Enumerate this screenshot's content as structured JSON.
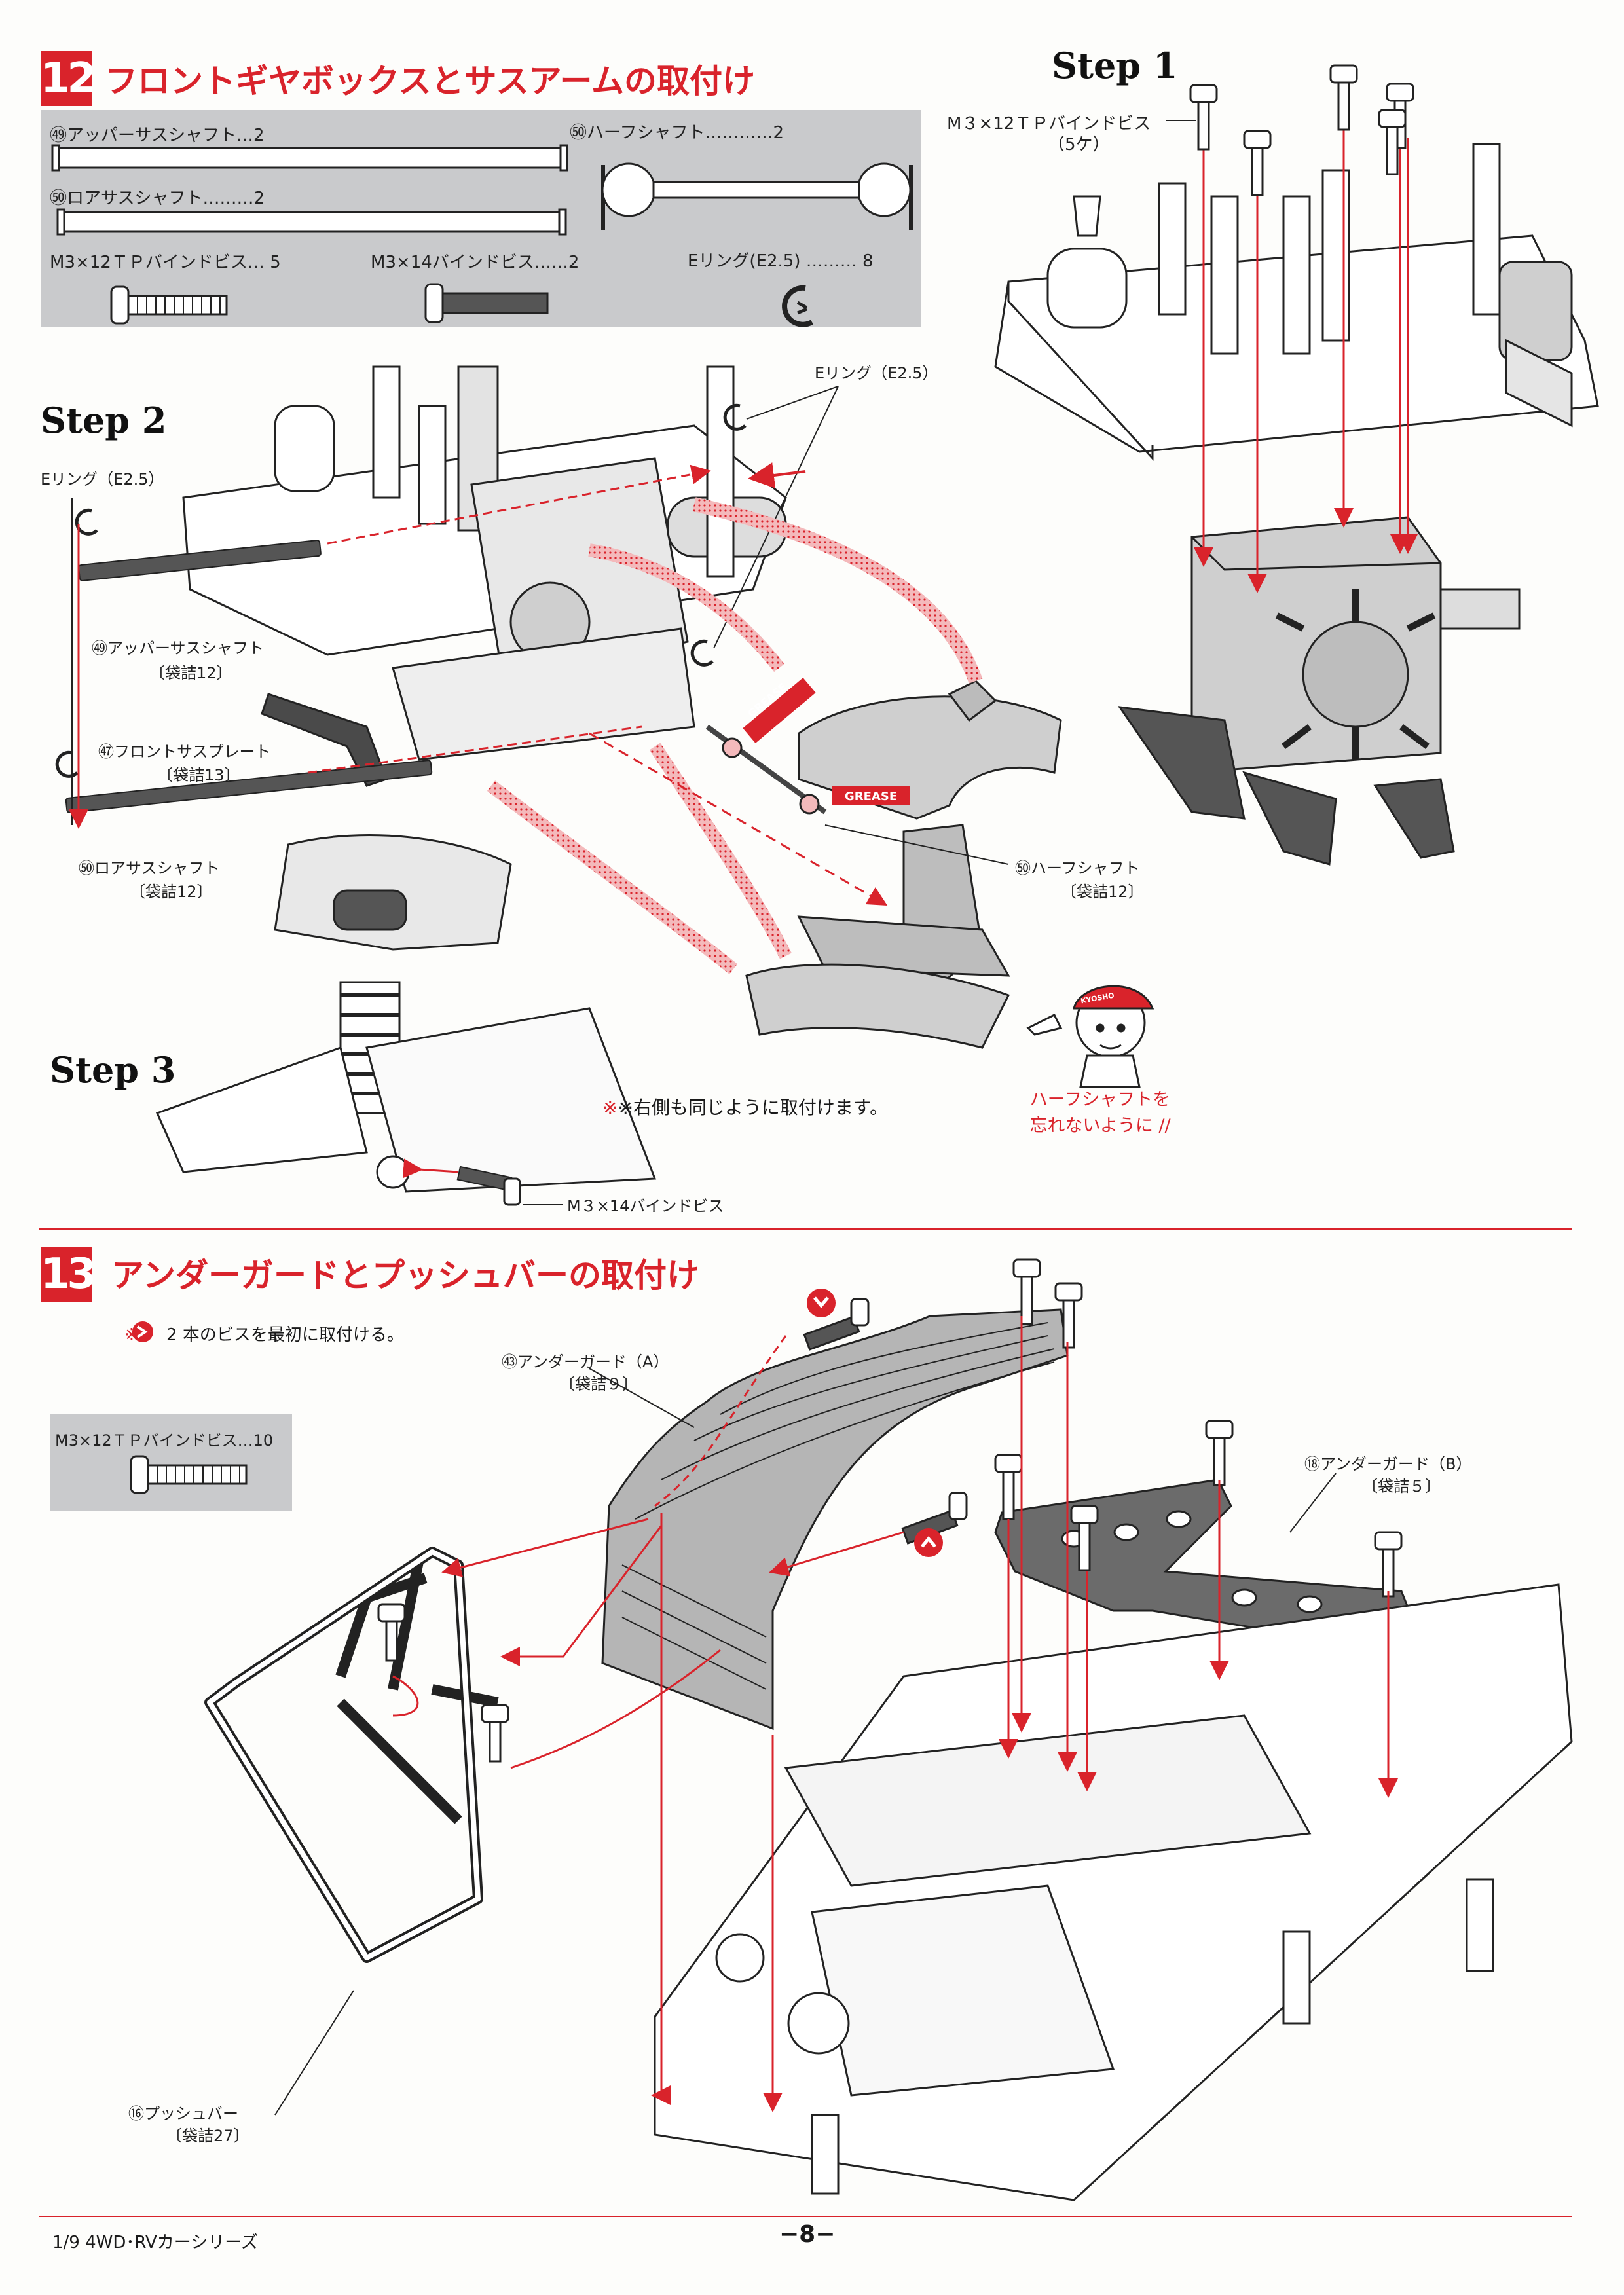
{
  "section12": {
    "number": "12",
    "title": "フロントギヤボックスとサスアームの取付け",
    "parts": {
      "upper_shaft": "㊾アッパーサスシャフト…2",
      "lower_shaft": "㊿ロアサスシャフト………2",
      "half_shaft": "㊿ハーフシャフト…………2",
      "screw_12": "M3×12ＴＰバインドビス… 5",
      "screw_14": "M3×14バインドビス……2",
      "e_ring": "Eリング(E2.5) ……… 8"
    },
    "step1": {
      "label": "Step 1",
      "screw_callout": "M３×12ＴＰバインドビス",
      "screw_qty": "（5ケ）"
    },
    "step2": {
      "label": "Step 2",
      "e_ring_left": "Eリング（E2.5）",
      "e_ring_right": "Eリング（E2.5）",
      "upper_shaft": "㊾アッパーサスシャフト",
      "upper_shaft_bag": "〔袋詰12〕",
      "front_plate": "㊼フロントサスプレート",
      "front_plate_bag": "〔袋詰13〕",
      "lower_shaft": "㊿ロアサスシャフト",
      "lower_shaft_bag": "〔袋詰12〕",
      "half_shaft": "㊿ハーフシャフト",
      "half_shaft_bag": "〔袋詰12〕",
      "grease": "GREASE"
    },
    "step3": {
      "label": "Step 3",
      "screw_callout": "M３×14バインドビス"
    },
    "note": "※右側も同じように取付けます。",
    "mascot_tip": [
      "ハーフシャフトを",
      "忘れないように //"
    ],
    "mascot_cap": "KYOSHO"
  },
  "section13": {
    "number": "13",
    "title": "アンダーガードとプッシュバーの取付け",
    "note": "※",
    "note_rest": " 2 本のビスを最初に取付ける。",
    "parts_screw": "M3×12ＴＰバインドビス…10",
    "under_guard_a": "㊸アンダーガード（A）",
    "under_guard_a_bag": "〔袋詰９〕",
    "under_guard_b": "⑱アンダーガード（B）",
    "under_guard_b_bag": "〔袋詰５〕",
    "push_bar": "⑯プッシュバー",
    "push_bar_bag": "〔袋詰27〕"
  },
  "footer": {
    "series": "1/9  4WD･RVカーシリーズ",
    "page": "−8−"
  },
  "colors": {
    "accent_red": "#d9232b",
    "parts_box_gray": "#c9cacc",
    "dark_part": "#4a4a4a"
  }
}
